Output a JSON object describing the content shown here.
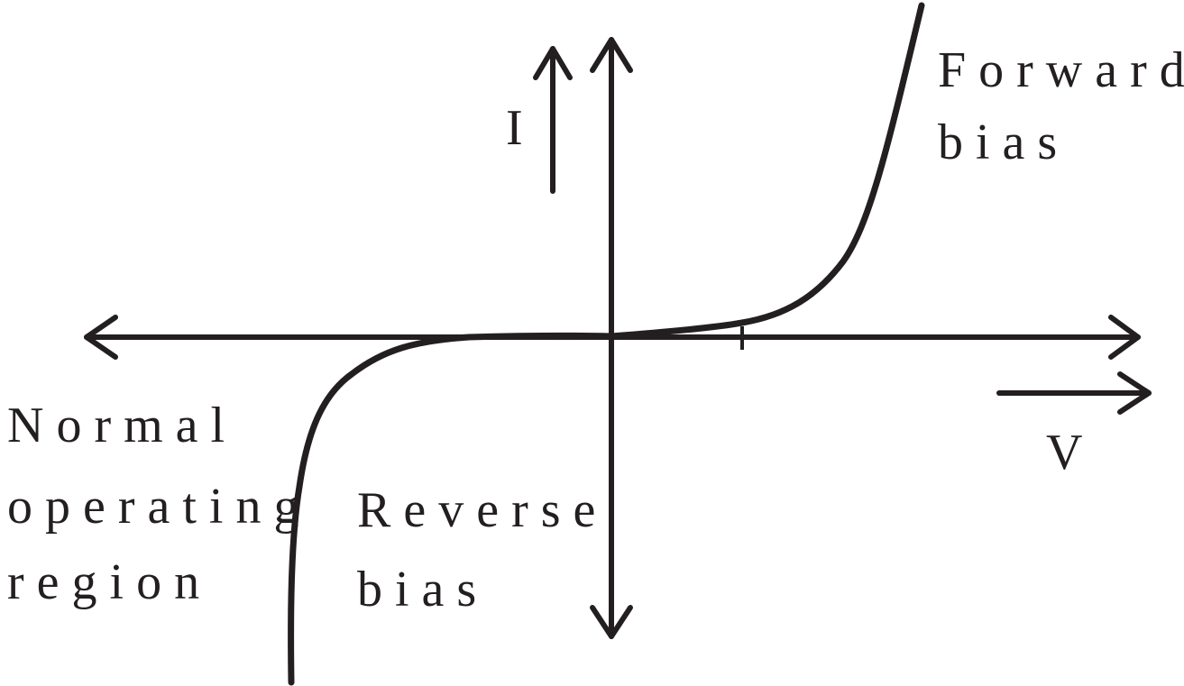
{
  "labels": {
    "current_axis": "I",
    "voltage_axis": "V",
    "forward_line1": "Forward",
    "forward_line2": "bias",
    "reverse_line1": "Reverse",
    "reverse_line2": "bias",
    "normal_line1": "Normal",
    "normal_line2": "operating",
    "normal_line3": "region"
  },
  "colors": {
    "ink": "#231f20",
    "background": "#ffffff"
  }
}
